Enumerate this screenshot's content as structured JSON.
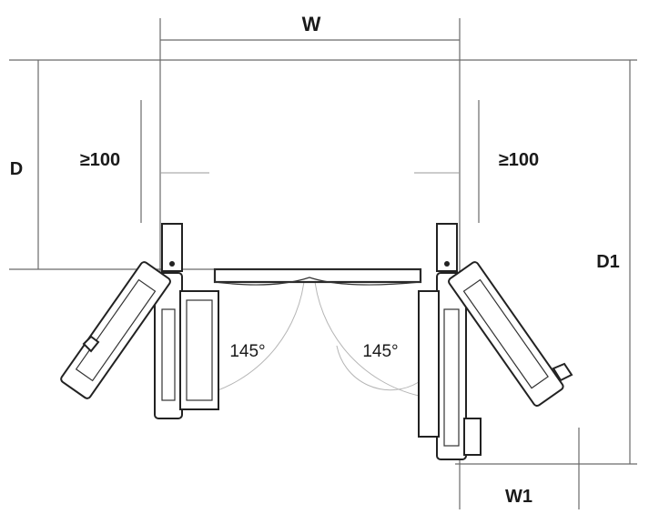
{
  "labels": {
    "width": "W",
    "depth": "D",
    "clear_left": "≥100",
    "clear_right": "≥100",
    "depth_open": "D1",
    "width_open": "W1",
    "angle_left": "145°",
    "angle_right": "145°"
  }
}
